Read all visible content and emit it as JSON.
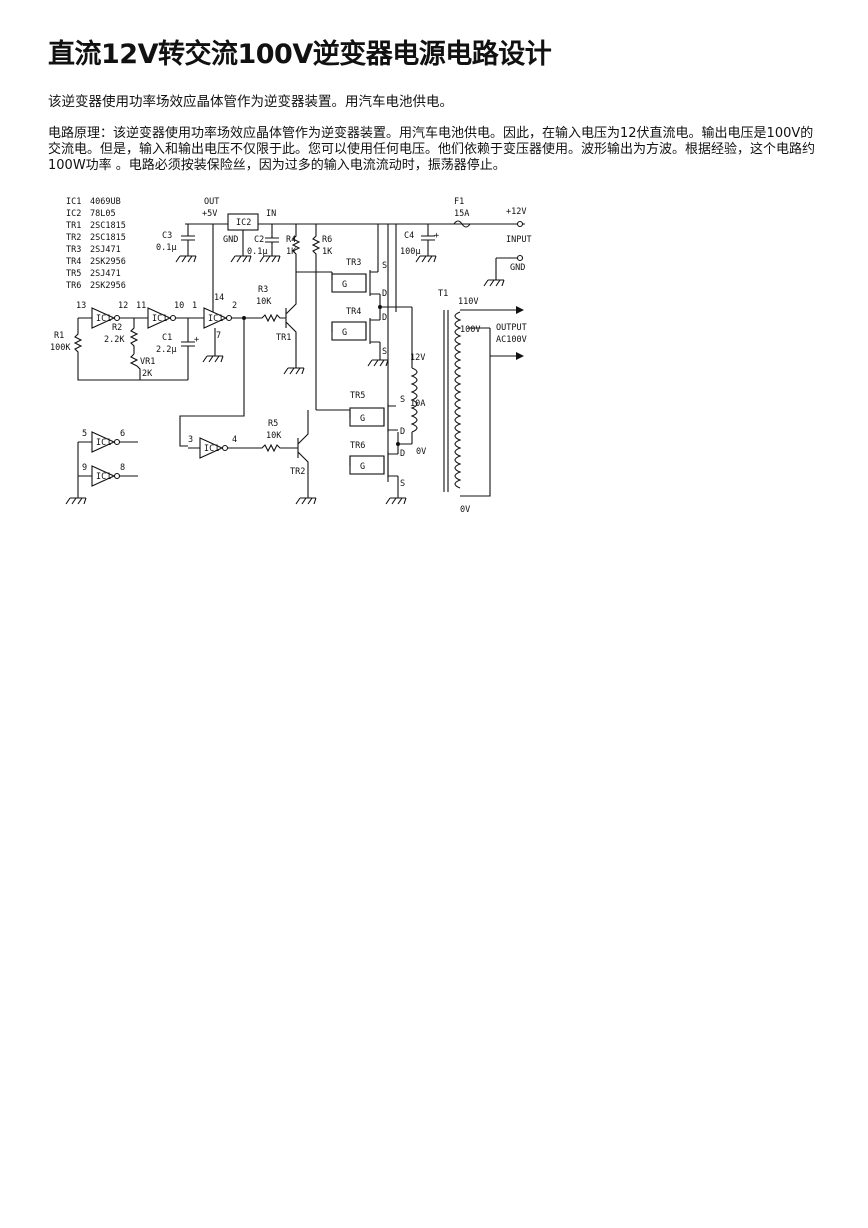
{
  "article": {
    "title": "直流12V转交流100V逆变器电源电路设计",
    "intro": "该逆变器使用功率场效应晶体管作为逆变器装置。用汽车电池供电。",
    "body": "电路原理：该逆变器使用功率场效应晶体管作为逆变器装置。用汽车电池供电。因此，在输入电压为12伏直流电。输出电压是100V的交流电。但是，输入和输出电压不仅限于此。您可以使用任何电压。他们依赖于变压器使用。波形输出为方波。根据经验，这个电路约100W功率 。电路必须按装保险丝，因为过多的输入电流流动时，振荡器停止。"
  },
  "schematic": {
    "parts_list": [
      {
        "ref": "IC1",
        "part": "4069UB"
      },
      {
        "ref": "IC2",
        "part": "78L05"
      },
      {
        "ref": "TR1",
        "part": "2SC1815"
      },
      {
        "ref": "TR2",
        "part": "2SC1815"
      },
      {
        "ref": "TR3",
        "part": "2SJ471"
      },
      {
        "ref": "TR4",
        "part": "2SK2956"
      },
      {
        "ref": "TR5",
        "part": "2SJ471"
      },
      {
        "ref": "TR6",
        "part": "2SK2956"
      }
    ],
    "labels": {
      "out": "OUT",
      "plus5v": "+5V",
      "ic2": "IC2",
      "in": "IN",
      "gnd_reg": "GND",
      "c3": "C3",
      "c3v": "0.1μ",
      "c2": "C2",
      "c2v": "0.1μ",
      "r4": "R4",
      "r4v": "1K",
      "r6": "R6",
      "r6v": "1K",
      "c4": "C4",
      "c4v": "100μ",
      "c4p": "+",
      "f1": "F1",
      "f1v": "15A",
      "plus12v": "+12V",
      "input": "INPUT",
      "gnd_in": "GND",
      "tr3": "TR3",
      "tr4": "TR4",
      "tr5": "TR5",
      "tr6": "TR6",
      "g": "G",
      "s": "S",
      "d": "D",
      "t1": "T1",
      "v110": "110V",
      "v100": "100V",
      "output": "OUTPUT",
      "ac100v": "AC100V",
      "v12": "12V",
      "a10": "10A",
      "v0a": "0V",
      "v0b": "0V",
      "r1": "R1",
      "r1v": "100K",
      "r2": "R2",
      "r2v": "2.2K",
      "vr1": "VR1",
      "vr1v": "2K",
      "c1": "C1",
      "c1v": "2.2μ",
      "c1p": "+",
      "r3": "R3",
      "r3v": "10K",
      "r5": "R5",
      "r5v": "10K",
      "tr1": "TR1",
      "tr2": "TR2",
      "ic1": "IC1",
      "p13": "13",
      "p12": "12",
      "p11": "11",
      "p10": "10",
      "p1": "1",
      "p14": "14",
      "p2": "2",
      "p7": "7",
      "p3": "3",
      "p4": "4",
      "p5": "5",
      "p6": "6",
      "p9": "9",
      "p8": "8"
    }
  }
}
